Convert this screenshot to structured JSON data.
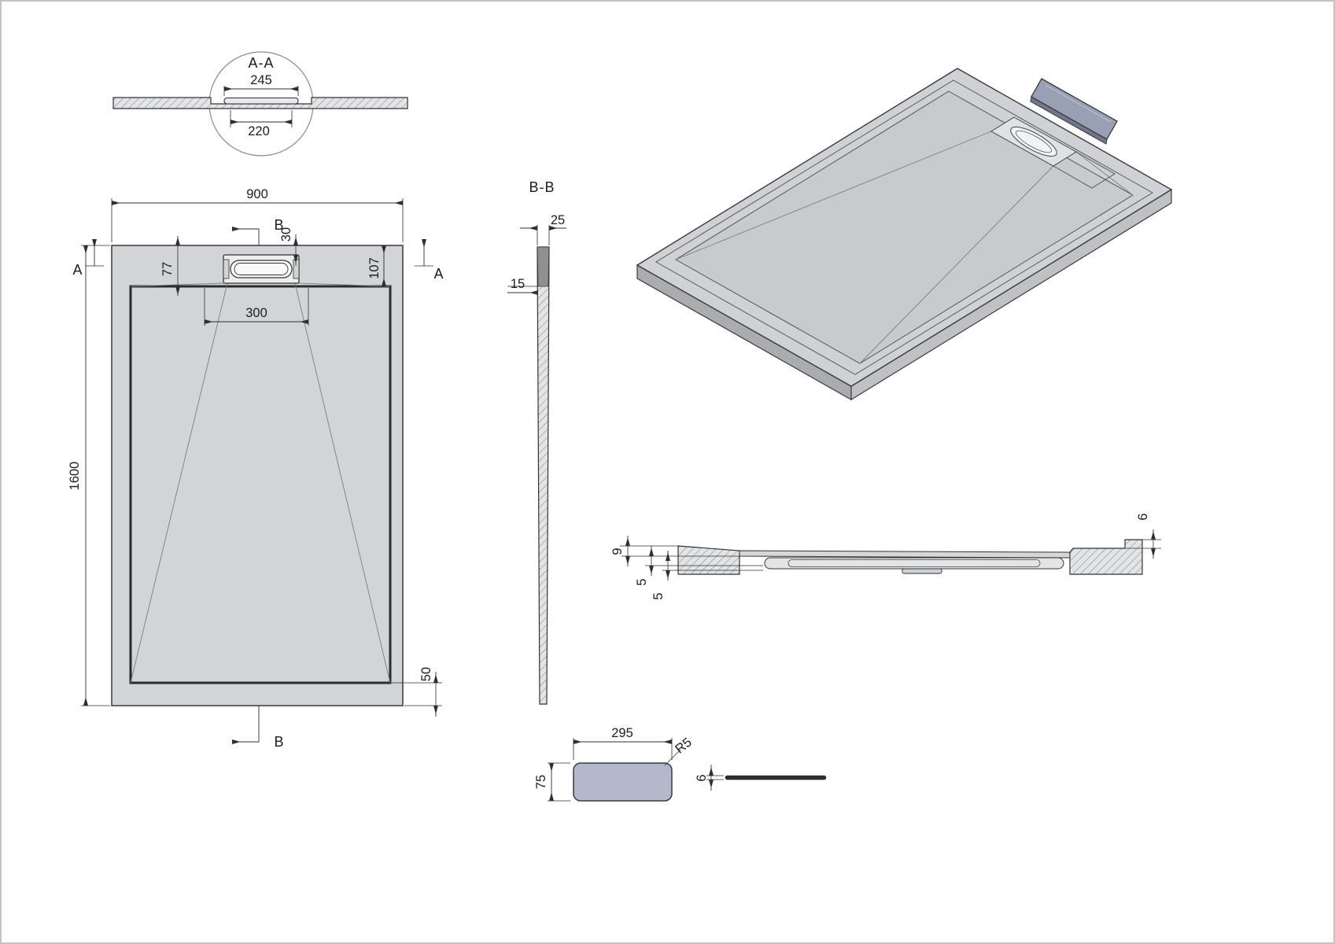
{
  "colors": {
    "tray_fill": "#cfd1d4",
    "basin_fill": "#c8cacd",
    "plan_fill": "#d2d4d6",
    "cover_fill": "#9aa0b4",
    "cover_detail_fill": "#b3b8cb",
    "line": "#2f2f2f"
  },
  "labels": {
    "section_aa": "A-A",
    "section_bb": "B-B",
    "arrow_a_left": "A",
    "arrow_a_right": "A",
    "arrow_b_top": "B",
    "arrow_b_bottom": "B"
  },
  "dimensions": {
    "detail_outer": "245",
    "detail_inner": "220",
    "plan_width": "900",
    "plan_length": "1600",
    "drain_offset": "77",
    "drain_rim": "30",
    "rim_right": "107",
    "drain_width": "300",
    "rim_bottom": "50",
    "section_thickness": "25",
    "section_wall": "15",
    "side_h9": "9",
    "side_h5a": "5",
    "side_h5b": "5",
    "side_lip": "6",
    "cover_length": "295",
    "cover_width": "75",
    "cover_radius": "R5",
    "cover_thickness": "6"
  }
}
